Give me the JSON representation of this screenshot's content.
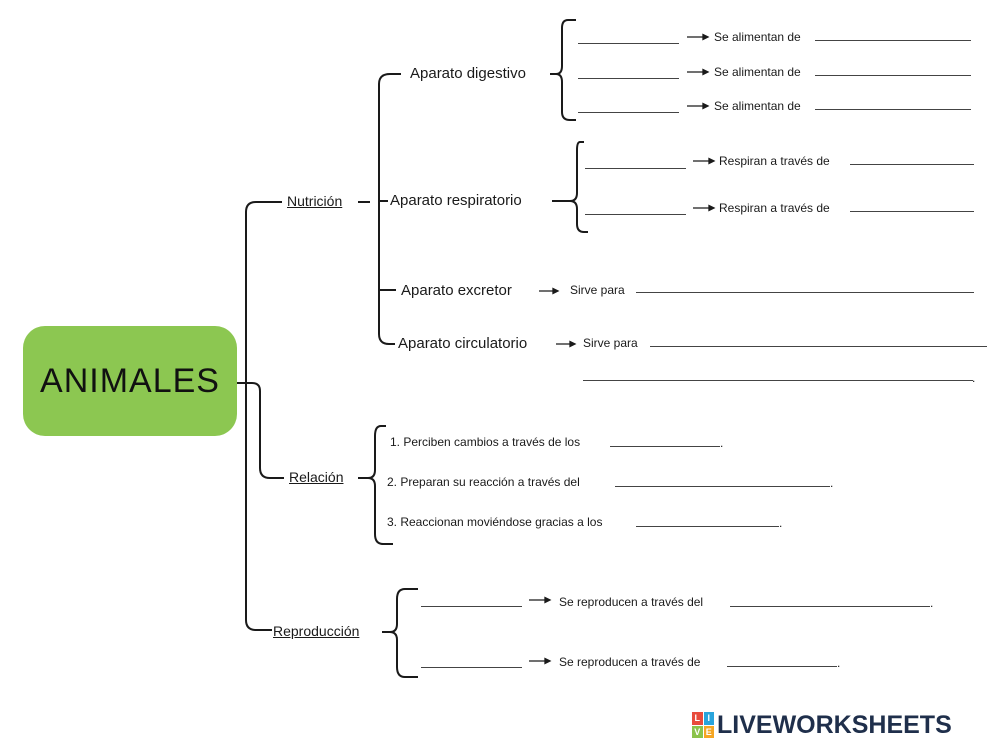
{
  "root": "ANIMALES",
  "categories": {
    "nutricion": "Nutrición",
    "relacion": "Relación",
    "reproduccion": "Reproducción"
  },
  "nutricion": {
    "digestivo": {
      "label": "Aparato digestivo",
      "rows": [
        "Se alimentan de",
        "Se alimentan de",
        "Se alimentan de"
      ]
    },
    "respiratorio": {
      "label": "Aparato respiratorio",
      "rows": [
        "Respiran a través de",
        "Respiran a través de"
      ]
    },
    "excretor": {
      "label": "Aparato excretor",
      "text": "Sirve para"
    },
    "circulatorio": {
      "label": "Aparato circulatorio",
      "text": "Sirve para",
      "end_mark": "."
    }
  },
  "relacion": {
    "items": [
      {
        "text": "1. Perciben cambios a través de los",
        "end": "."
      },
      {
        "text": "2. Preparan su reacción a través del",
        "end": "."
      },
      {
        "text": "3. Reaccionan moviéndose gracias a los",
        "end": "."
      }
    ]
  },
  "reproduccion": {
    "rows": [
      {
        "text": "Se reproducen a través del",
        "end": "."
      },
      {
        "text": "Se reproducen a través de",
        "end": "."
      }
    ]
  },
  "logo": {
    "badge": [
      "L",
      "I",
      "V",
      "E"
    ],
    "badge_colors": [
      "#e84b3c",
      "#29a4dc",
      "#8bc34a",
      "#f5a623"
    ],
    "text": "LIVEWORKSHEETS"
  },
  "colors": {
    "root_bg": "#8cc751",
    "line": "#1a1a1a"
  }
}
